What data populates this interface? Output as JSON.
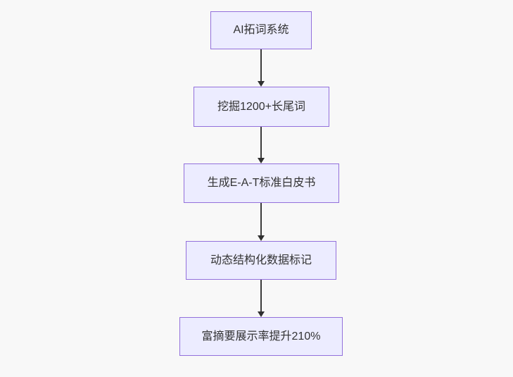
{
  "diagram": {
    "type": "flowchart",
    "direction": "top-down",
    "colors": {
      "background": "#f8f8f8",
      "node_fill": "#ececff",
      "node_border": "#9370db",
      "node_text": "#333333",
      "arrow": "#333333"
    },
    "nodes": [
      {
        "id": "A",
        "label": "AI拓词系统"
      },
      {
        "id": "B",
        "label": "挖掘1200+长尾词"
      },
      {
        "id": "C",
        "label": "生成E-A-T标准白皮书"
      },
      {
        "id": "D",
        "label": "动态结构化数据标记"
      },
      {
        "id": "E",
        "label": "富摘要展示率提升210%"
      }
    ],
    "edges": [
      {
        "from": "A",
        "to": "B"
      },
      {
        "from": "B",
        "to": "C"
      },
      {
        "from": "C",
        "to": "D"
      },
      {
        "from": "D",
        "to": "E"
      }
    ]
  }
}
